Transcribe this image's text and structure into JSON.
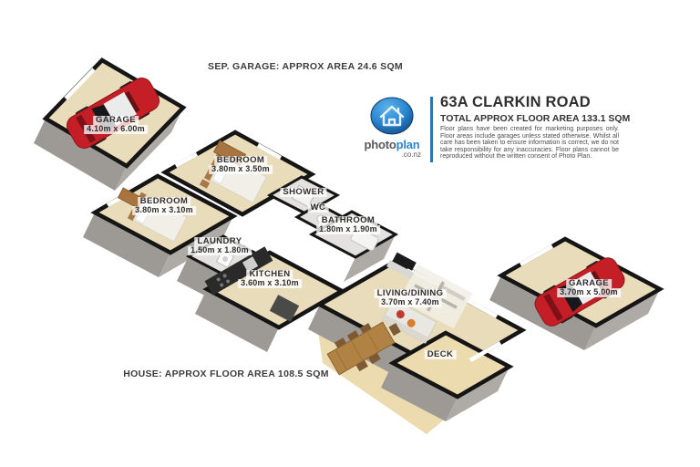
{
  "page": {
    "background": "#ffffff"
  },
  "annotations": {
    "sep_garage": "SEP. GARAGE: APPROX AREA 24.6 SQM",
    "house": "HOUSE: APPROX FLOOR AREA 108.5 SQM"
  },
  "title_block": {
    "address": "63A CLARKIN ROAD",
    "total_area": "TOTAL APPROX FLOOR AREA 133.1 SQM",
    "disclaimer": "Floor plans have been created for marketing purposes only. Floor areas include garages unless stated otherwise. Whilst all care has been taken to ensure information is correct, we do not take responsibility for any inaccuracies. Floor plans cannot be reproduced without the written consent of Photo Plan."
  },
  "logo": {
    "word_photo": "photo",
    "word_plan": "plan",
    "tld": ".co.nz",
    "icon": "house-icon"
  },
  "rooms": [
    {
      "id": "garage-sep",
      "name": "GARAGE",
      "dims": "4.10m x 6.00m"
    },
    {
      "id": "bedroom-1",
      "name": "BEDROOM",
      "dims": "3.80m x 3.50m"
    },
    {
      "id": "bedroom-2",
      "name": "BEDROOM",
      "dims": "3.80m x 3.10m"
    },
    {
      "id": "shower",
      "name": "SHOWER",
      "dims": ""
    },
    {
      "id": "wc",
      "name": "WC",
      "dims": ""
    },
    {
      "id": "bathroom",
      "name": "BATHROOM",
      "dims": "1.80m x 1.90m"
    },
    {
      "id": "laundry",
      "name": "LAUNDRY",
      "dims": "1.50m x 1.80m"
    },
    {
      "id": "kitchen",
      "name": "KITCHEN",
      "dims": "3.60m x 3.10m"
    },
    {
      "id": "living-dining",
      "name": "LIVING/DINING",
      "dims": "3.70m x 7.40m"
    },
    {
      "id": "deck",
      "name": "DECK",
      "dims": ""
    },
    {
      "id": "garage-right",
      "name": "GARAGE",
      "dims": "3.70m x 5.00m"
    }
  ],
  "colors": {
    "accent_blue": "#2e75b6",
    "logo_blue": "#2b87d1",
    "wall_black": "#151515",
    "wall_gray_sw": "#9d9a95",
    "wall_gray_se": "#aeaba6",
    "floor_tan": "#e8dcba",
    "floor_light": "#e3e2de",
    "ground_sand": "#ecdbae",
    "car_red": "#c41e26",
    "text_dark": "#3c3c3c"
  }
}
